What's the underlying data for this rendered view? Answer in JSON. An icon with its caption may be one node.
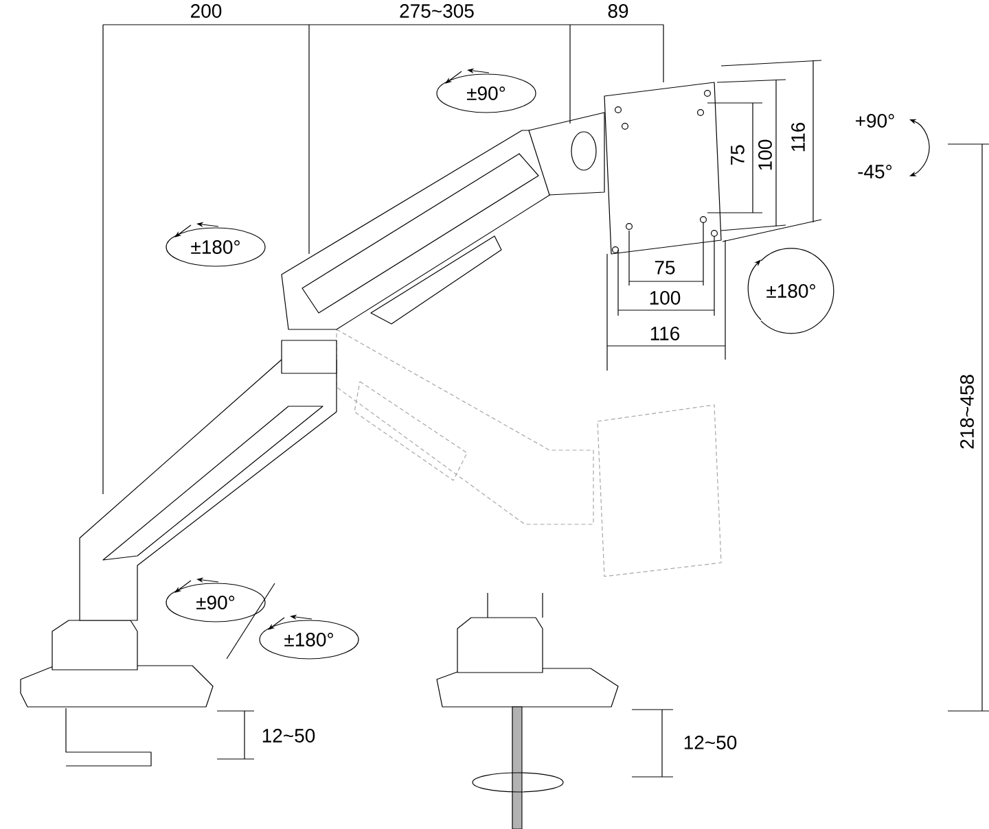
{
  "diagram": {
    "labels": [
      "200",
      "275~305",
      "89",
      "±90°",
      "75",
      "100",
      "116",
      "+90°",
      "-45°",
      "±180°",
      "75",
      "100",
      "116",
      "±180°",
      "218~458",
      "±90°",
      "±180°",
      "12~50",
      "12~50"
    ]
  }
}
